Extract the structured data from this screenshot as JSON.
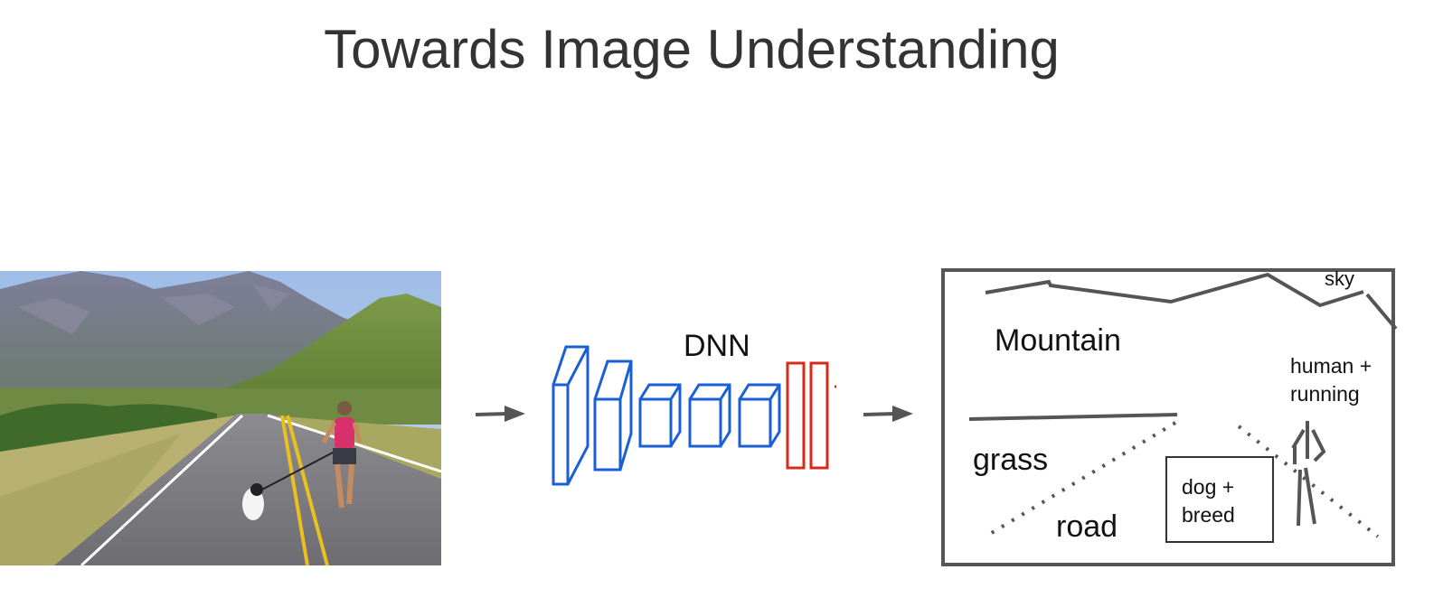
{
  "title": "Towards Image Understanding",
  "dnn": {
    "label": "DNN",
    "conv_color": "#1a5fd6",
    "fc_color": "#d62a1a"
  },
  "scene": {
    "labels": {
      "sky": "sky",
      "mountain": "Mountain",
      "human": "human +\nrunning",
      "grass": "grass",
      "road": "road",
      "dog": "dog +\nbreed"
    },
    "line_color": "#555555"
  },
  "arrow_color": "#555555"
}
